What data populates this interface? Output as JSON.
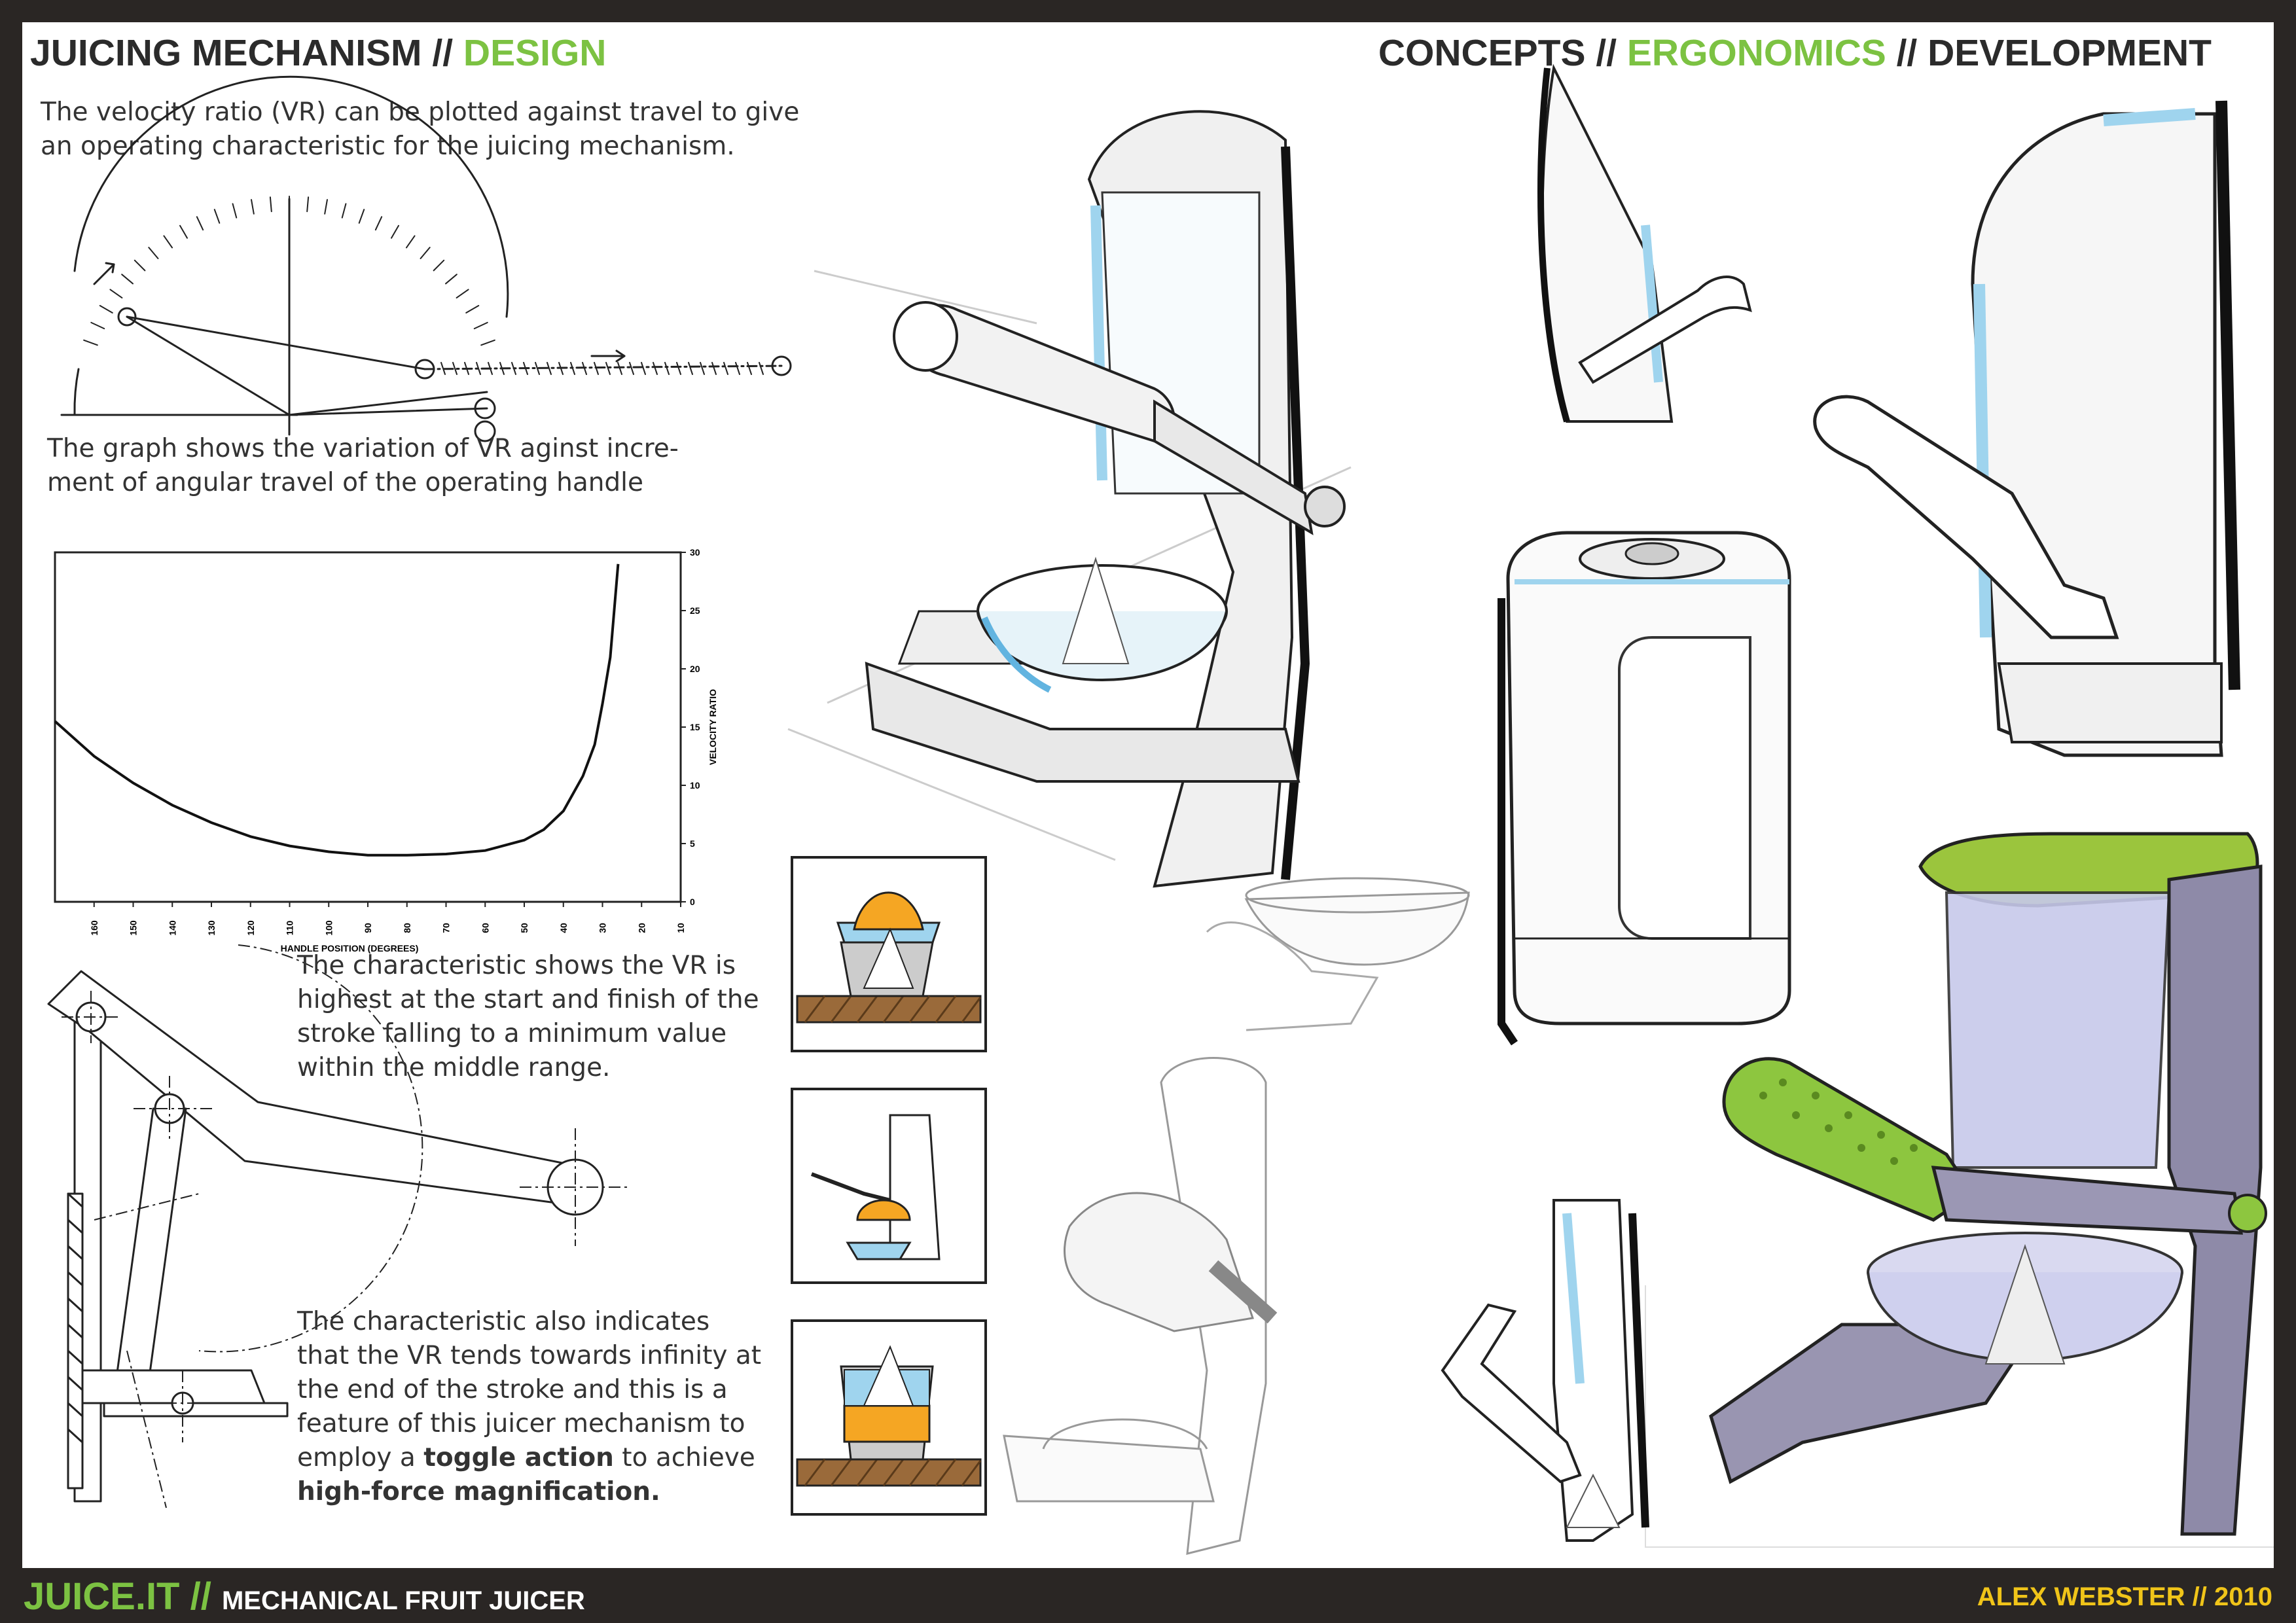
{
  "header": {
    "left_title": "JUICING MECHANISM",
    "separator": "//",
    "left_accent": "DESIGN",
    "right_part1": "CONCEPTS",
    "right_accent": "ERGONOMICS",
    "right_part3": "DEVELOPMENT"
  },
  "text": {
    "intro_line1": "The velocity ratio (VR) can be plotted against travel to give",
    "intro_line2": "an operating characteristic for the juicing mechanism.",
    "graph_desc_line1": "The graph shows the variation of VR aginst incre-",
    "graph_desc_line2": "ment of angular travel of the operating handle",
    "char1_line1": "The characteristic shows the VR is",
    "char1_line2": "highest at the start and finish of the",
    "char1_line3": "stroke falling to a minimum value",
    "char1_line4": "within the middle range.",
    "char2_line1": "The characteristic also indicates",
    "char2_line2": "that the VR tends towards infinity at",
    "char2_line3": "the end of the stroke and this is a",
    "char2_line4": "feature of this juicer mechanism to",
    "char2_line5_pre": "employ a ",
    "char2_line5_bold": "toggle action",
    "char2_line5_post": " to achieve",
    "char2_line6_bold": "high-force magnification."
  },
  "footer": {
    "brand": "JUICE.IT",
    "separator": "//",
    "product": "MECHANICAL FRUIT JUICER",
    "author": "ALEX WEBSTER // 2010"
  },
  "colors": {
    "accent_green": "#7cc242",
    "frame_dark": "#2a2624",
    "juice_orange": "#f5a623",
    "glass_blue": "#9fd4ee",
    "soil_brown": "#9a6a3a"
  },
  "chart_data": {
    "type": "line",
    "xlabel": "HANDLE POSITION (DEGREES)",
    "ylabel": "VELOCITY RATIO",
    "x_ticks": [
      160,
      150,
      140,
      130,
      120,
      110,
      100,
      90,
      80,
      70,
      60,
      50,
      40,
      30,
      20,
      10
    ],
    "y_ticks": [
      0,
      5,
      10,
      15,
      20,
      25,
      30
    ],
    "xlim": [
      170,
      10
    ],
    "ylim": [
      0,
      30
    ],
    "x_reversed": true,
    "series": [
      {
        "x": [
          170,
          160,
          150,
          140,
          130,
          120,
          110,
          100,
          90,
          80,
          70,
          60,
          50,
          45,
          40,
          35,
          32,
          30,
          28,
          27,
          26
        ],
        "y": [
          15.5,
          12.5,
          10.2,
          8.3,
          6.8,
          5.6,
          4.8,
          4.3,
          4.0,
          4.0,
          4.1,
          4.4,
          5.3,
          6.2,
          7.8,
          10.8,
          13.5,
          17,
          21,
          25,
          29
        ]
      }
    ]
  }
}
